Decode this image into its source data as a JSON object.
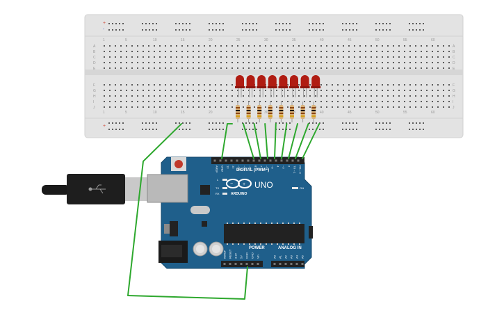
{
  "breadboard": {
    "column_numbers": [
      "1",
      "5",
      "10",
      "15",
      "20",
      "25",
      "30",
      "35",
      "40",
      "45",
      "50",
      "55",
      "60"
    ],
    "row_letters_top": [
      "A",
      "B",
      "C",
      "D",
      "E"
    ],
    "row_letters_bottom": [
      "F",
      "G",
      "H",
      "I",
      "J"
    ],
    "rail_plus": "+",
    "rail_minus": "-"
  },
  "components": {
    "led_count": 8,
    "resistor_count": 8,
    "led_color": "#b01c12",
    "wire_color": "#2ea82e"
  },
  "arduino": {
    "brand_label": "ARDUINO",
    "model_label": "UNO",
    "digital_header_label": "DIGITAL (PWM~)",
    "power_label": "POWER",
    "analog_label": "ANALOG IN",
    "on_label": "ON",
    "l_label": "L",
    "tx_label": "TX",
    "rx_label": "RX",
    "digital_pins": [
      "AREF",
      "GND",
      "13",
      "12",
      "~11",
      "~10",
      "~9",
      "8",
      "7",
      "~6",
      "~5",
      "4",
      "~3",
      "2",
      "TX→1",
      "RX←0"
    ],
    "power_pins": [
      "IOREF",
      "RESET",
      "3.3V",
      "5V",
      "GND",
      "GND",
      "Vin"
    ],
    "analog_pins": [
      "A0",
      "A1",
      "A2",
      "A3",
      "A4",
      "A5"
    ],
    "board_color": "#1f5f8b"
  }
}
